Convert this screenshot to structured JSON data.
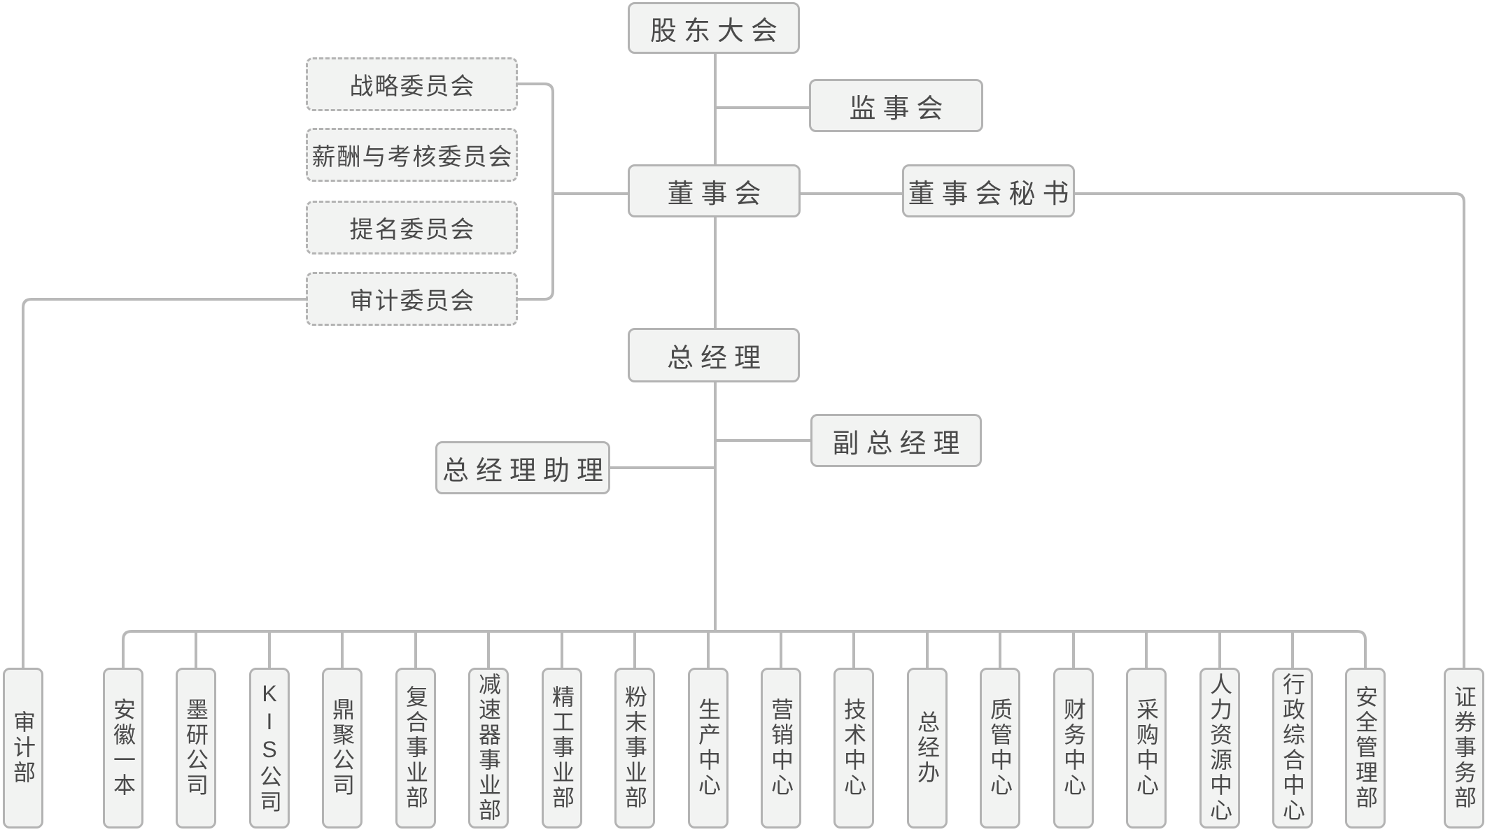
{
  "chart": {
    "type": "org-chart",
    "colors": {
      "node_fill": "#f2f3f2",
      "node_border": "#b3b3b3",
      "connector": "#b9b9b9",
      "text": "#4a4a4a",
      "background": "#ffffff"
    },
    "nodes": {
      "shareholders_meeting": "股东大会",
      "supervisory_board": "监事会",
      "board_of_directors": "董事会",
      "board_secretary": "董事会秘书",
      "strategy_committee": "战略委员会",
      "remuneration_committee": "薪酬与考核委员会",
      "nomination_committee": "提名委员会",
      "audit_committee": "审计委员会",
      "general_manager": "总经理",
      "deputy_general_manager": "副总经理",
      "gm_assistant": "总经理助理",
      "departments": [
        "审计部",
        "安徽一本",
        "墨研公司",
        "KIS公司",
        "鼎聚公司",
        "复合事业部",
        "减速器事业部",
        "精工事业部",
        "粉末事业部",
        "生产中心",
        "营销中心",
        "技术中心",
        "总经办",
        "质管中心",
        "财务中心",
        "采购中心",
        "人力资源中心",
        "行政综合中心",
        "安全管理部",
        "证券事务部"
      ]
    }
  }
}
